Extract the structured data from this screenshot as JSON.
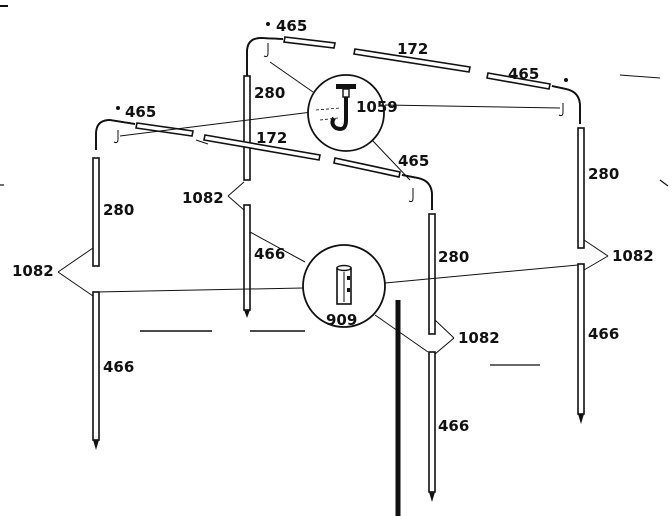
{
  "parts": {
    "elbow_465": "465",
    "corner_465": "465",
    "pole_172": "172",
    "upright_280": "280",
    "assembly_1082": "1082",
    "leg_466": "466",
    "hook_1059": "1059",
    "connector_909": "909"
  }
}
